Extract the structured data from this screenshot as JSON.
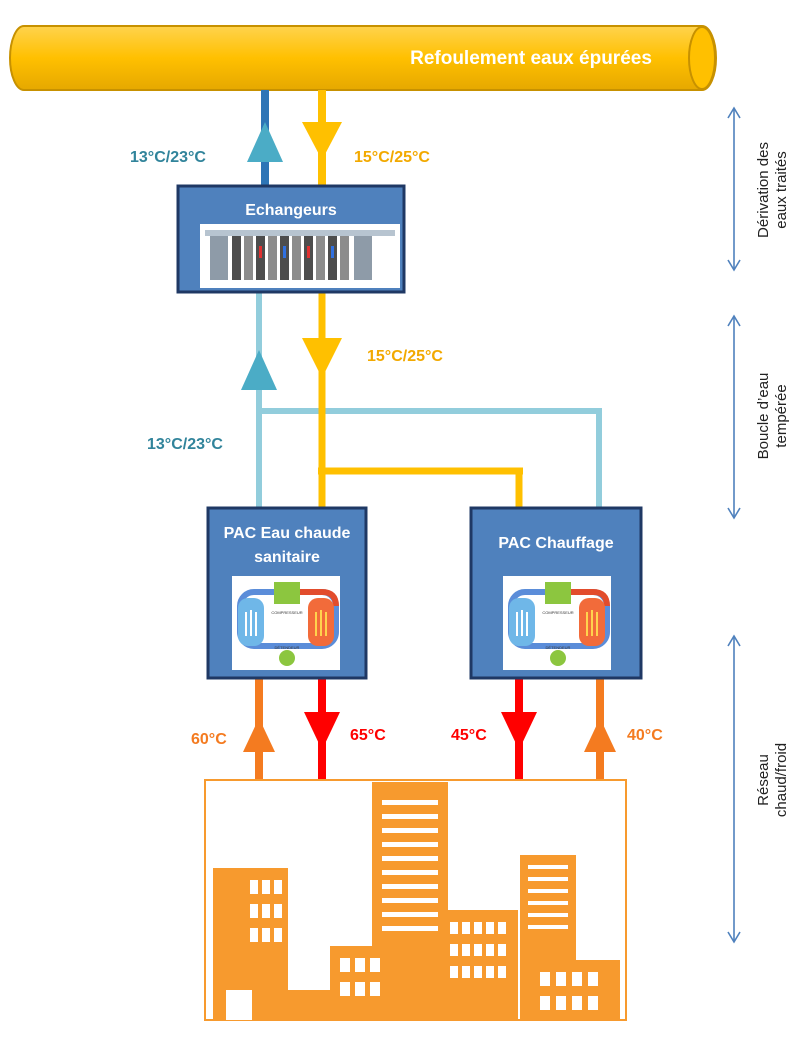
{
  "pipe": {
    "label": "Refoulement eaux épurées"
  },
  "exchanger": {
    "title": "Echangeurs"
  },
  "pac_ecs": {
    "title_line1": "PAC  Eau chaude",
    "title_line2": "sanitaire"
  },
  "pac_heating": {
    "title": "PAC Chauffage"
  },
  "mini_labels": {
    "compressor": "COMPRESSEUR",
    "expander": "DÉTENDEUR"
  },
  "temperatures": {
    "top_cold": "13°C/23°C",
    "top_warm": "15°C/25°C",
    "loop_warm": "15°C/25°C",
    "loop_cold": "13°C/23°C",
    "ecs_return": "60°C",
    "ecs_supply": "65°C",
    "heat_supply": "45°C",
    "heat_return": "40°C"
  },
  "side_labels": {
    "derivation": [
      "Dérivation des",
      "eaux traités"
    ],
    "boucle": [
      "Boucle d’eau",
      "tempérée"
    ],
    "reseau": [
      "Réseau",
      "chaud/froid"
    ]
  },
  "colors": {
    "pipe_orange": "#FFC000",
    "pipe_outline": "#C79100",
    "dark_blue": "#2E75B6",
    "light_blue": "#92CDDC",
    "arrow_blue": "#4BACC6",
    "yellow": "#FFC000",
    "box_fill": "#4F81BD",
    "box_stroke": "#1F3864",
    "hot_orange": "#F47B20",
    "hot_red": "#FF0000",
    "building": "#F79A2E",
    "label_blue": "#31849B",
    "label_yellow": "#F2A900",
    "label_orange": "#F47B20",
    "label_red": "#FF0000",
    "side_arrow": "#4F81BD"
  }
}
